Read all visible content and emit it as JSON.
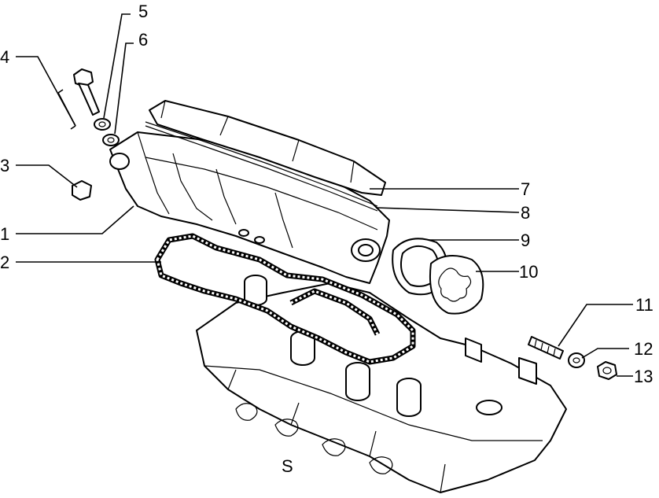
{
  "callouts": [
    {
      "id": "1",
      "text": "1"
    },
    {
      "id": "2",
      "text": "2"
    },
    {
      "id": "3",
      "text": "3"
    },
    {
      "id": "4",
      "text": "4"
    },
    {
      "id": "5",
      "text": "5"
    },
    {
      "id": "6",
      "text": "6"
    },
    {
      "id": "7",
      "text": "7"
    },
    {
      "id": "8",
      "text": "8"
    },
    {
      "id": "9",
      "text": "9"
    },
    {
      "id": "10",
      "text": "10"
    },
    {
      "id": "11",
      "text": "11"
    },
    {
      "id": "12",
      "text": "12"
    },
    {
      "id": "13",
      "text": "13"
    }
  ],
  "caption": "S",
  "colors": {
    "line": "#000000",
    "background": "#ffffff"
  }
}
